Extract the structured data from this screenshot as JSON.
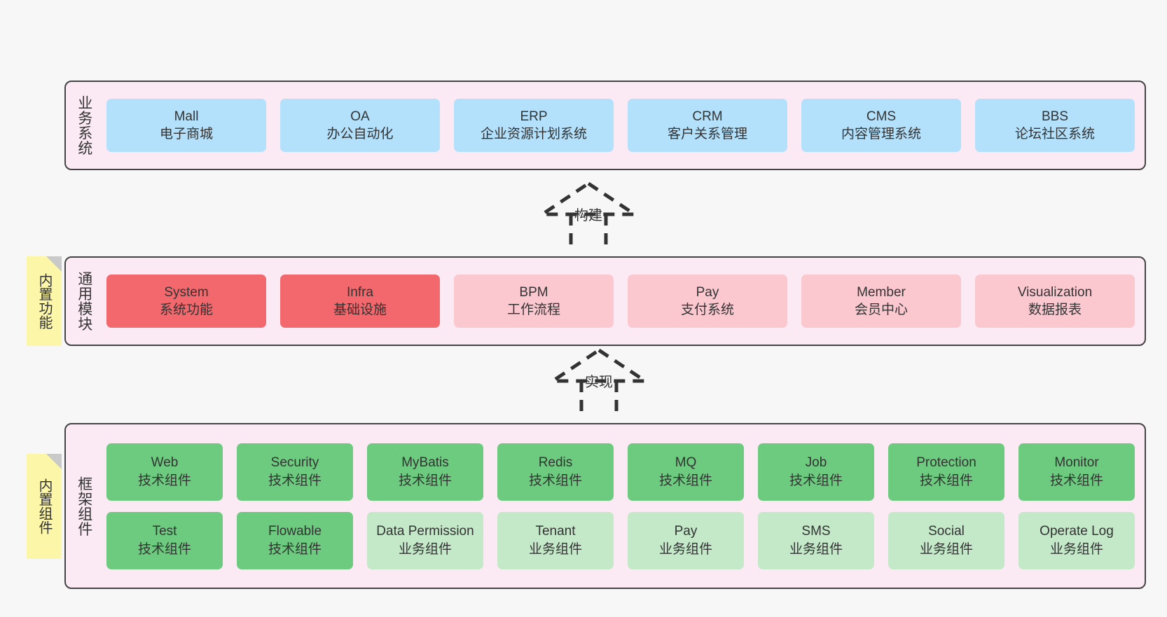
{
  "layers": [
    {
      "id": "business",
      "title": "业务系统",
      "rows": [
        {
          "cards": [
            {
              "en": "Mall",
              "cn": "电子商城",
              "style": "blue"
            },
            {
              "en": "OA",
              "cn": "办公自动化",
              "style": "blue"
            },
            {
              "en": "ERP",
              "cn": "企业资源计划系统",
              "style": "blue"
            },
            {
              "en": "CRM",
              "cn": "客户关系管理",
              "style": "blue"
            },
            {
              "en": "CMS",
              "cn": "内容管理系统",
              "style": "blue"
            },
            {
              "en": "BBS",
              "cn": "论坛社区系统",
              "style": "blue"
            }
          ]
        }
      ]
    },
    {
      "id": "common",
      "title": "通用模块",
      "rows": [
        {
          "cards": [
            {
              "en": "System",
              "cn": "系统功能",
              "style": "red"
            },
            {
              "en": "Infra",
              "cn": "基础设施",
              "style": "red"
            },
            {
              "en": "BPM",
              "cn": "工作流程",
              "style": "pink"
            },
            {
              "en": "Pay",
              "cn": "支付系统",
              "style": "pink"
            },
            {
              "en": "Member",
              "cn": "会员中心",
              "style": "pink"
            },
            {
              "en": "Visualization",
              "cn": "数据报表",
              "style": "pink"
            }
          ]
        }
      ]
    },
    {
      "id": "framework",
      "title": "框架组件",
      "rows": [
        {
          "cards": [
            {
              "en": "Web",
              "cn": "技术组件",
              "style": "green"
            },
            {
              "en": "Security",
              "cn": "技术组件",
              "style": "green"
            },
            {
              "en": "MyBatis",
              "cn": "技术组件",
              "style": "green"
            },
            {
              "en": "Redis",
              "cn": "技术组件",
              "style": "green"
            },
            {
              "en": "MQ",
              "cn": "技术组件",
              "style": "green"
            },
            {
              "en": "Job",
              "cn": "技术组件",
              "style": "green"
            },
            {
              "en": "Protection",
              "cn": "技术组件",
              "style": "green"
            },
            {
              "en": "Monitor",
              "cn": "技术组件",
              "style": "green"
            }
          ]
        },
        {
          "cards": [
            {
              "en": "Test",
              "cn": "技术组件",
              "style": "green"
            },
            {
              "en": "Flowable",
              "cn": "技术组件",
              "style": "green"
            },
            {
              "en": "Data Permission",
              "cn": "业务组件",
              "style": "lightgreen",
              "wrap": true
            },
            {
              "en": "Tenant",
              "cn": "业务组件",
              "style": "lightgreen"
            },
            {
              "en": "Pay",
              "cn": "业务组件",
              "style": "lightgreen"
            },
            {
              "en": "SMS",
              "cn": "业务组件",
              "style": "lightgreen"
            },
            {
              "en": "Social",
              "cn": "业务组件",
              "style": "lightgreen"
            },
            {
              "en": "Operate Log",
              "cn": "业务组件",
              "style": "lightgreen"
            }
          ]
        }
      ]
    }
  ],
  "sticky_notes": [
    {
      "id": "common",
      "label": "内置功能"
    },
    {
      "id": "framework",
      "label": "内置组件"
    }
  ],
  "connectors": [
    {
      "id": "build",
      "label": "构建"
    },
    {
      "id": "implement",
      "label": "实现"
    }
  ],
  "colors": {
    "canvas_background": "#f7f7f7",
    "layer_background": "#fbeaf4",
    "layer_border": "#444444",
    "card_blue": "#b3e0fb",
    "card_red": "#f2686c",
    "card_pink": "#fbc8d0",
    "card_green": "#6dcb7f",
    "card_lightgreen": "#c3e9c8",
    "sticky_background": "#fbf6a8",
    "sticky_fold": "#c9c9c9",
    "connector_stroke": "#333333",
    "text": "#333333"
  }
}
